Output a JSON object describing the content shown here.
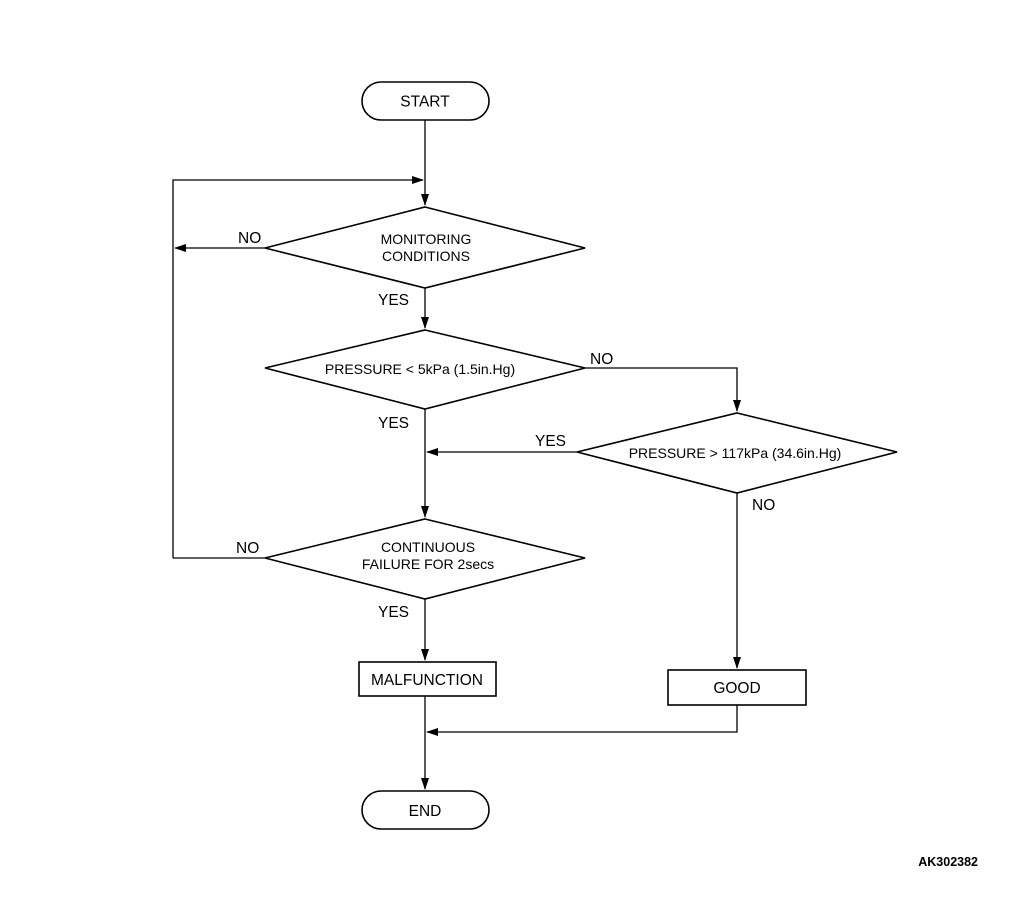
{
  "flowchart": {
    "start": "START",
    "end": "END",
    "decisions": {
      "monitoring": {
        "line1": "MONITORING",
        "line2": "CONDITIONS"
      },
      "pressure_low": "PRESSURE < 5kPa (1.5in.Hg)",
      "pressure_high": "PRESSURE > 117kPa (34.6in.Hg)",
      "continuous": {
        "line1": "CONTINUOUS",
        "line2": "FAILURE FOR 2secs"
      }
    },
    "results": {
      "malfunction": "MALFUNCTION",
      "good": "GOOD"
    },
    "branch_labels": {
      "monitoring_no": "NO",
      "monitoring_yes": "YES",
      "pressure_low_no": "NO",
      "pressure_low_yes": "YES",
      "pressure_high_yes": "YES",
      "pressure_high_no": "NO",
      "continuous_no": "NO",
      "continuous_yes": "YES"
    }
  },
  "reference_code": "AK302382"
}
